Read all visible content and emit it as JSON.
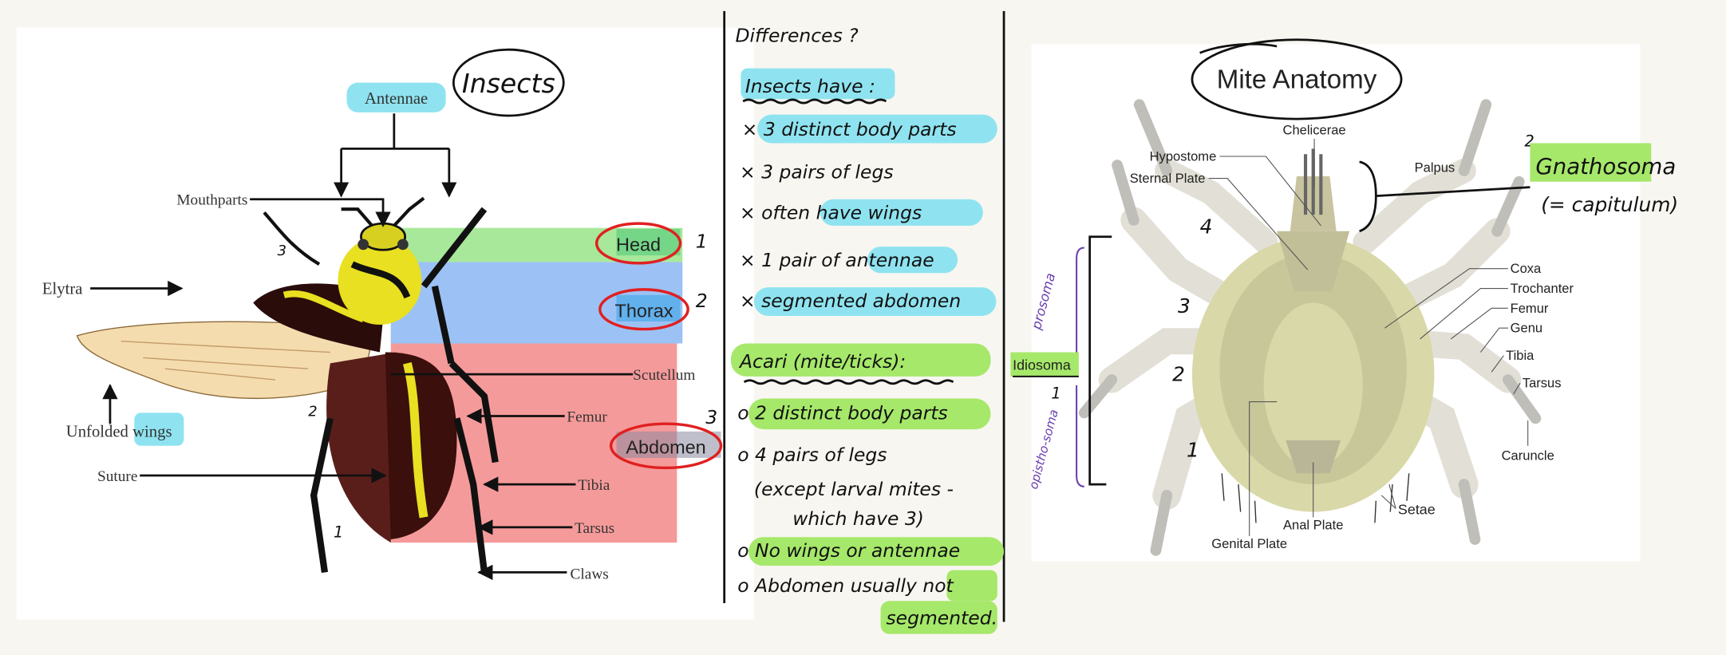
{
  "colors": {
    "cyan_highlight": "#8fe3f0",
    "green_highlight": "#a6e86a",
    "head_band": "#a8e89a",
    "thorax_band": "#9cc2f5",
    "abdomen_band": "#f59a9a",
    "red_circle": "#e02020",
    "purple_ink": "#6a3fb0"
  },
  "insect_diagram": {
    "title": "Insects",
    "labels": {
      "antennae": "Antennae",
      "mouthparts": "Mouthparts",
      "elytra": "Elytra",
      "unfolded": "Unfolded",
      "wings": "wings",
      "suture": "Suture",
      "scutellum": "Scutellum",
      "femur": "Femur",
      "tibia": "Tibia",
      "tarsus": "Tarsus",
      "claws": "Claws"
    },
    "segments": [
      {
        "label": "Head",
        "number": "1"
      },
      {
        "label": "Thorax",
        "number": "2"
      },
      {
        "label": "Abdomen",
        "number": "3"
      }
    ],
    "leg_numbers": [
      "3",
      "2",
      "1"
    ]
  },
  "notes": {
    "heading": "Differences ?",
    "insects_heading": "Insects have :",
    "insects_points": [
      "3 distinct body parts",
      "3 pairs of legs",
      "often have wings",
      "1 pair of antennae",
      "segmented abdomen"
    ],
    "insect_bullet": "×",
    "acari_heading": "Acari (mite/ticks):",
    "acari_bullet": "o",
    "acari_points": [
      "2 distinct body parts",
      "4 pairs of legs",
      "(except larval mites -",
      "which have 3)",
      "No wings or antennae",
      "Abdomen usually not",
      "segmented."
    ]
  },
  "mite_diagram": {
    "title": "Mite Anatomy",
    "labels": {
      "chelicerae": "Chelicerae",
      "hypostome": "Hypostome",
      "sternal_plate": "Sternal Plate",
      "palpus": "Palpus",
      "coxa": "Coxa",
      "trochanter": "Trochanter",
      "femur": "Femur",
      "genu": "Genu",
      "tibia": "Tibia",
      "tarsus": "Tarsus",
      "caruncle": "Caruncle",
      "setae": "Setae",
      "anal_plate": "Anal Plate",
      "genital_plate": "Genital Plate"
    },
    "gnathosoma_number": "2.",
    "gnathosoma": "Gnathosoma",
    "capitulum": "(= capitulum)",
    "idiosoma": "Idiosoma",
    "idiosoma_number": "1",
    "prosoma": "prosoma",
    "opisthosoma": "opistho-soma",
    "leg_numbers": [
      "4",
      "3",
      "2",
      "1"
    ]
  }
}
